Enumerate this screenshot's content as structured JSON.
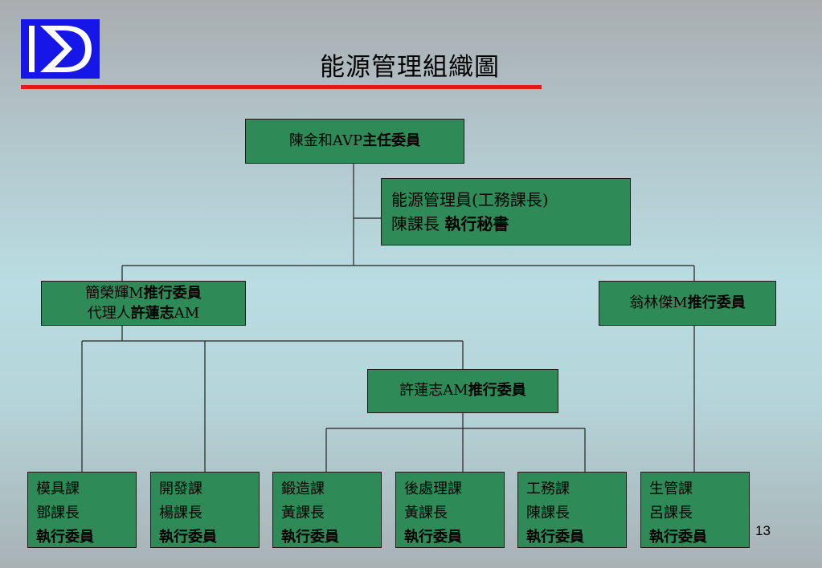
{
  "title": "能源管理組織圖",
  "logo": {
    "icon": "kd-logo",
    "color": "#1616e8"
  },
  "colors": {
    "box_fill": "#2e8b57",
    "title_rule": "#e31a1a"
  },
  "chair": {
    "name": "陳金和AVP",
    "role": "主任委員"
  },
  "energy_manager": {
    "line1": "能源管理員(工務課長)",
    "name": "陳課長",
    "role": "執行秘書"
  },
  "left_committee": {
    "name": "簡榮輝M",
    "role": "推行委員",
    "deputy_prefix": "代理人",
    "deputy_name": "許蓮志",
    "deputy_suffix": "AM"
  },
  "right_committee": {
    "name": "翁林傑M",
    "role": "推行委員"
  },
  "middle_committee": {
    "name": "許蓮志AM",
    "role": "推行委員"
  },
  "departments": [
    {
      "dept": "模具課",
      "head": "鄧課長",
      "role": "執行委員"
    },
    {
      "dept": "開發課",
      "head": "楊課長",
      "role": "執行委員"
    },
    {
      "dept": "鍛造課",
      "head": "黃課長",
      "role": "執行委員"
    },
    {
      "dept": "後處理課",
      "head": "黃課長",
      "role": "執行委員"
    },
    {
      "dept": "工務課",
      "head": "陳課長",
      "role": "執行委員"
    },
    {
      "dept": "生管課",
      "head": "呂課長",
      "role": "執行委員"
    }
  ],
  "page_number": "13"
}
